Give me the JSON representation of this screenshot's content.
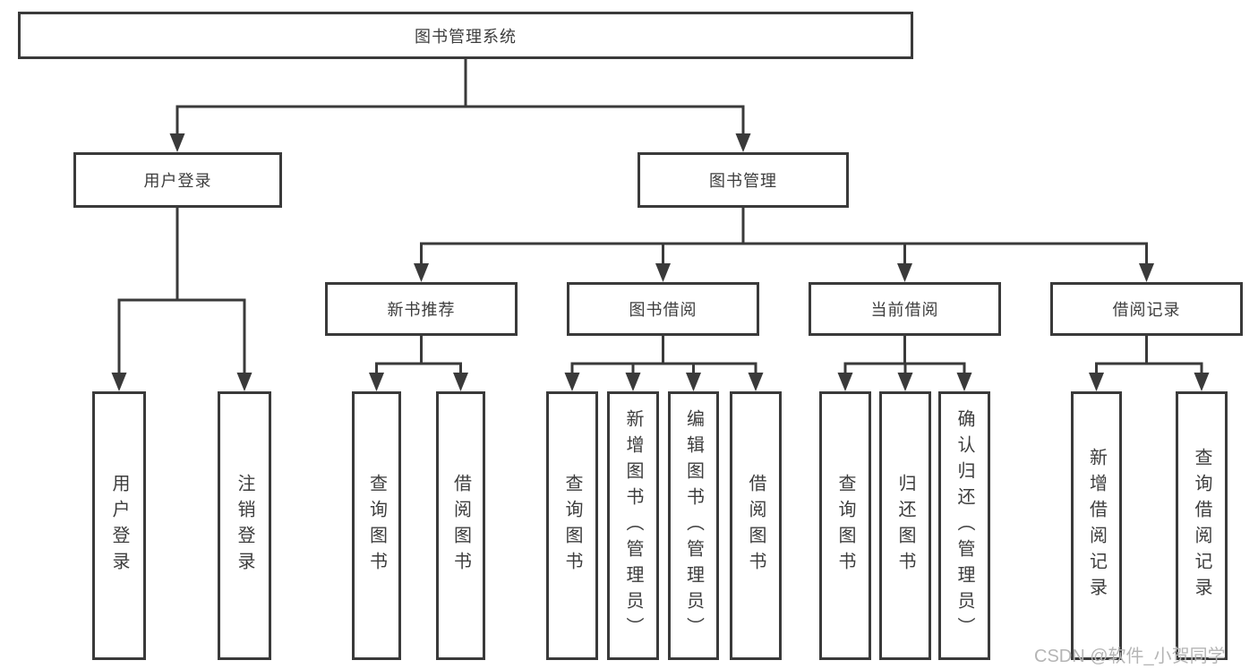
{
  "tree": {
    "root": {
      "label": "图书管理系统"
    },
    "children": [
      {
        "label": "用户登录",
        "children": [
          {
            "label": "用户登录"
          },
          {
            "label": "注销登录"
          }
        ]
      },
      {
        "label": "图书管理",
        "children": [
          {
            "label": "新书推荐",
            "children": [
              {
                "label": "查询图书"
              },
              {
                "label": "借阅图书"
              }
            ]
          },
          {
            "label": "图书借阅",
            "children": [
              {
                "label": "查询图书"
              },
              {
                "label": "新增图书（管理员）"
              },
              {
                "label": "编辑图书（管理员）"
              },
              {
                "label": "借阅图书"
              }
            ]
          },
          {
            "label": "当前借阅",
            "children": [
              {
                "label": "查询图书"
              },
              {
                "label": "归还图书"
              },
              {
                "label": "确认归还（管理员）"
              }
            ]
          },
          {
            "label": "借阅记录",
            "children": [
              {
                "label": "新增借阅记录"
              },
              {
                "label": "查询借阅记录"
              }
            ]
          }
        ]
      }
    ]
  },
  "watermark": "CSDN @软件_小贺同学",
  "colors": {
    "line": "#3a3a3a",
    "text": "#3d3d3d",
    "background": "#ffffff",
    "watermark": "#b5b5b5"
  }
}
